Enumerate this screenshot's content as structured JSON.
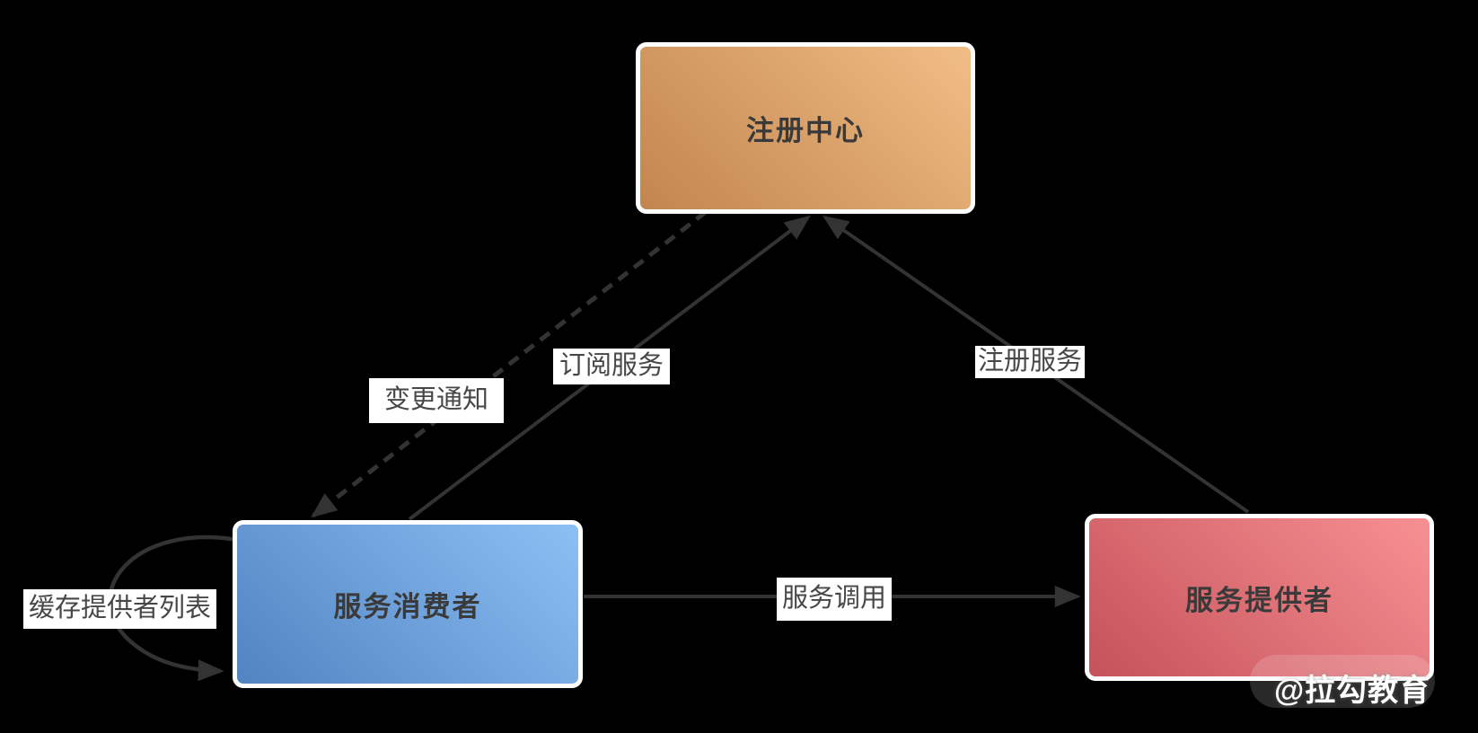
{
  "diagram": {
    "background_color": "#000000",
    "line_color": "#333333",
    "label_background": "#ffffff",
    "nodes": {
      "registry": {
        "label": "注册中心",
        "gradient_from": "#c2854e",
        "gradient_to": "#f1bd86"
      },
      "consumer": {
        "label": "服务消费者",
        "gradient_from": "#5283c2",
        "gradient_to": "#8cc0f4"
      },
      "provider": {
        "label": "服务提供者",
        "gradient_from": "#c4525a",
        "gradient_to": "#f79093"
      }
    },
    "edges": {
      "subscribe": {
        "label": "订阅服务",
        "style": "solid",
        "from": "consumer",
        "to": "registry"
      },
      "notify": {
        "label": "变更通知",
        "style": "dashed",
        "from": "registry",
        "to": "consumer"
      },
      "register": {
        "label": "注册服务",
        "style": "solid",
        "from": "provider",
        "to": "registry"
      },
      "invoke": {
        "label": "服务调用",
        "style": "solid",
        "from": "consumer",
        "to": "provider"
      },
      "cache": {
        "label": "缓存提供者列表",
        "style": "self-loop",
        "from": "consumer",
        "to": "consumer"
      }
    },
    "watermark": {
      "text": "@拉勾教育"
    }
  }
}
